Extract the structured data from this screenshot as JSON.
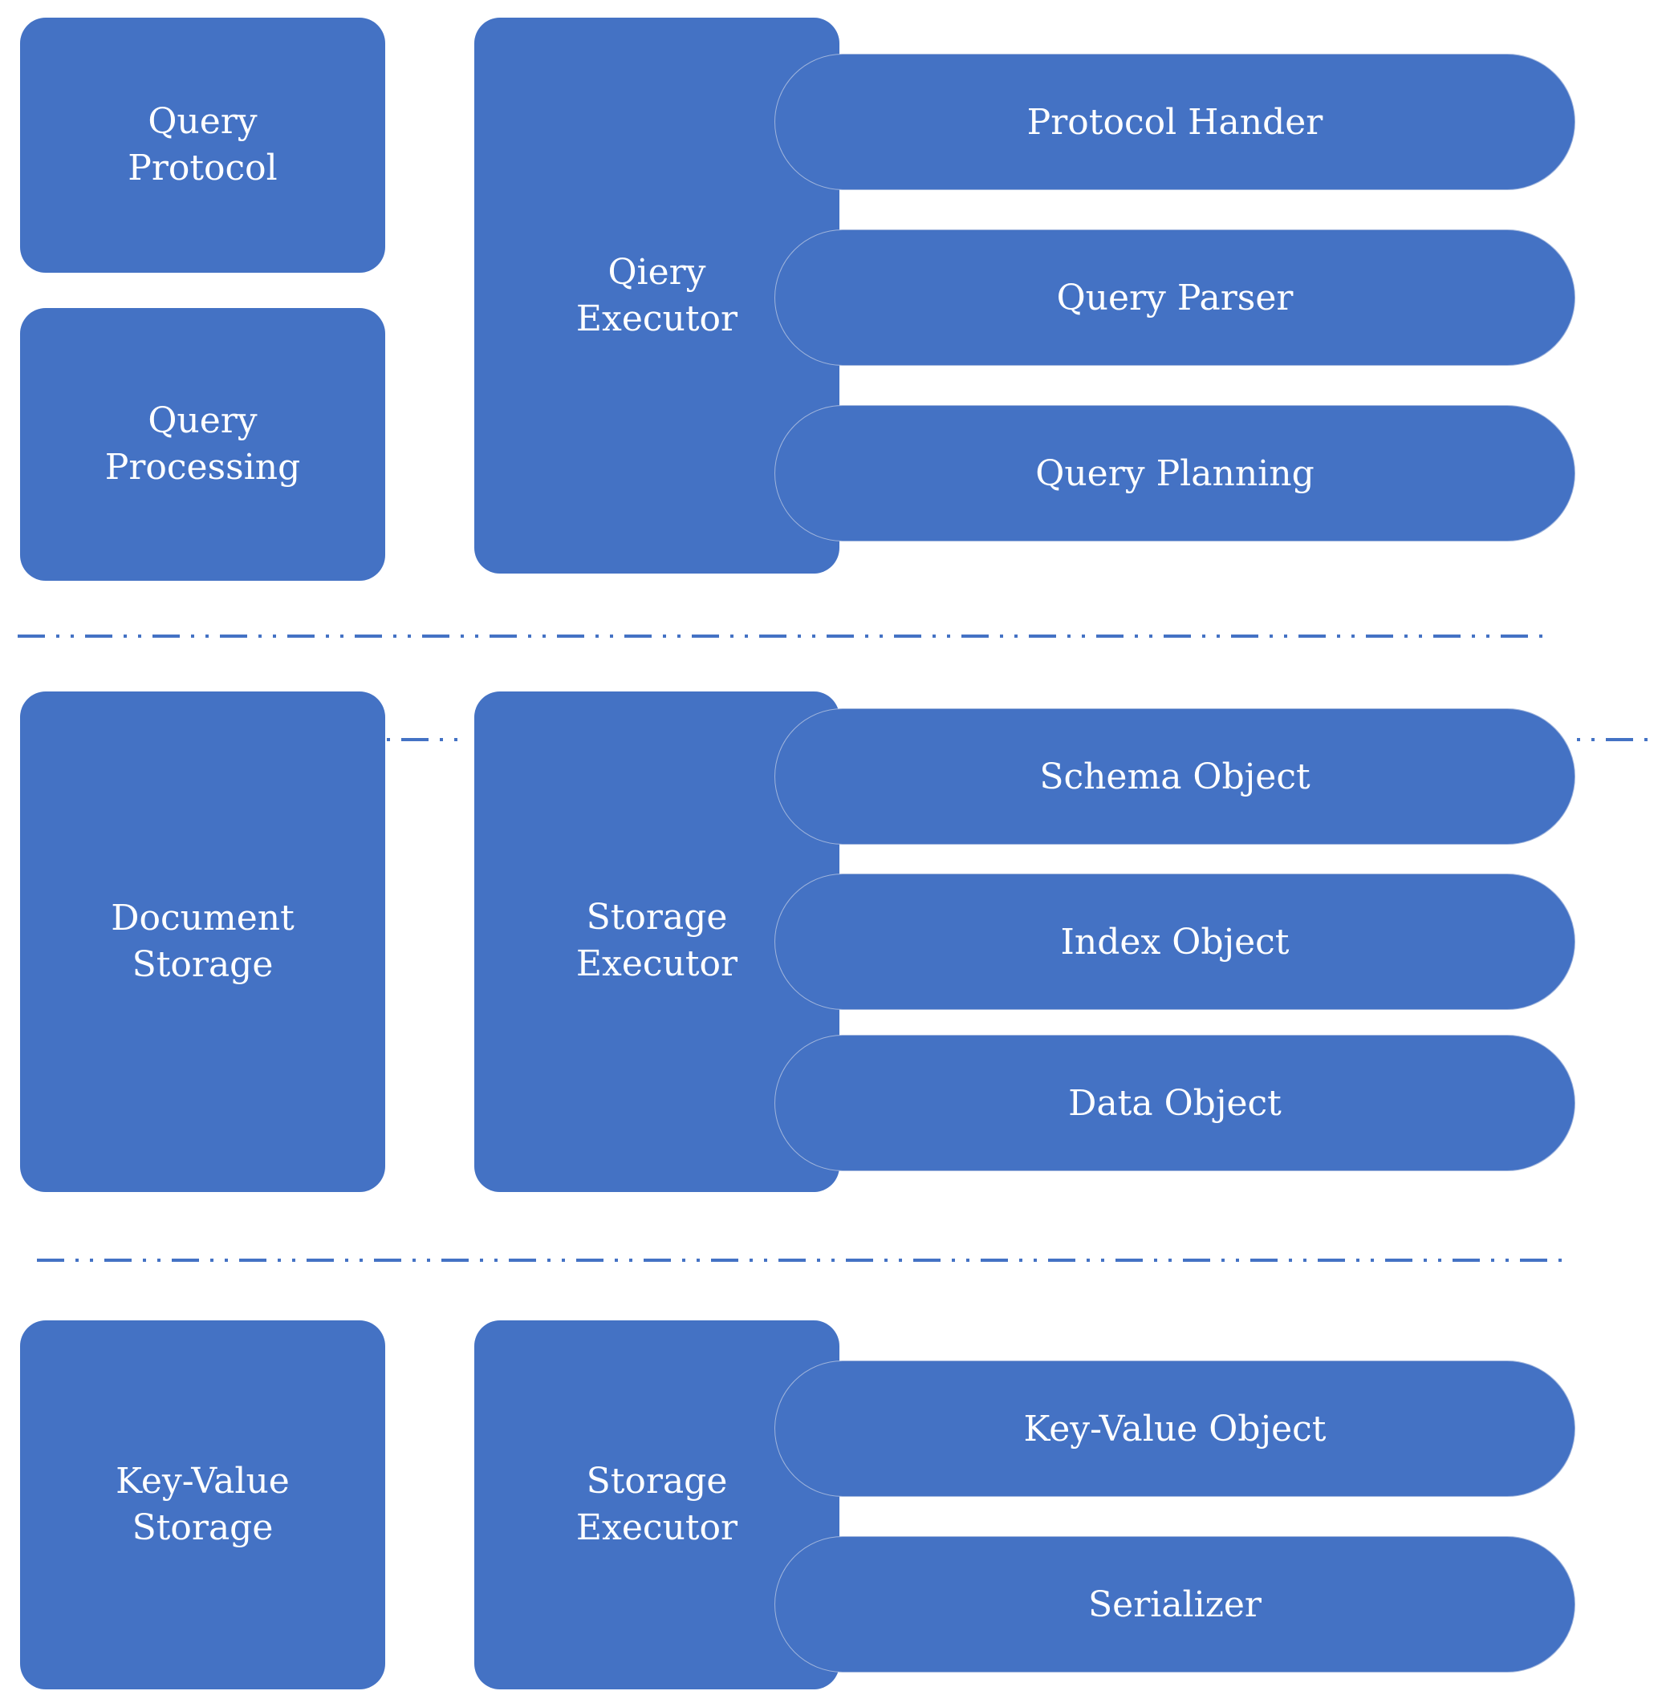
{
  "colors": {
    "box_fill": "#4472C4",
    "text": "#FFFFFF",
    "divider": "#4472C4"
  },
  "layers": {
    "query": {
      "left_top": "Query\nProtocol",
      "left_bottom": "Query\nProcessing",
      "executor": "Qiery\nExecutor",
      "components": [
        "Protocol Hander",
        "Query Parser",
        "Query Planning"
      ]
    },
    "document": {
      "left": "Document\nStorage",
      "executor": "Storage\nExecutor",
      "components": [
        "Schema Object",
        "Index Object",
        "Data Object"
      ]
    },
    "keyvalue": {
      "left": "Key-Value\nStorage",
      "executor": "Storage\nExecutor",
      "components": [
        "Key-Value Object",
        "Serializer"
      ]
    }
  }
}
